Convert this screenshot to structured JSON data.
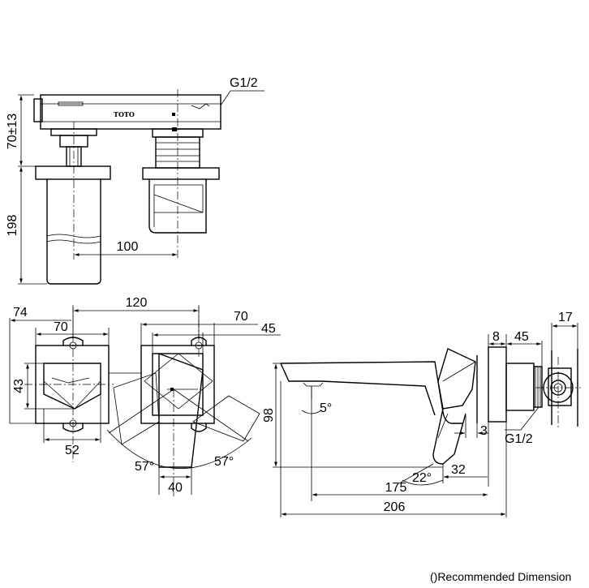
{
  "brand": "TOTO",
  "note": "()Recommended Dimension",
  "top_view": {
    "thread": "G1/2",
    "height_adjust": "70±13",
    "depth": "198",
    "spacing": "100"
  },
  "front_view": {
    "overall_width": "120",
    "handle_plate": "70",
    "spout_plate": "70",
    "spout_plate_inner": "45",
    "outer_left": "74",
    "plate_height": "43",
    "bottom_width": "52",
    "spout_width": "40",
    "rotation_left": "57°",
    "rotation_right": "57°"
  },
  "side_view": {
    "spout_height": "98",
    "spout_tilt": "5°",
    "handle_angle": "22°",
    "handle_offset": "32",
    "gap": "3",
    "reach_175": "175",
    "reach_206": "206",
    "plate_8": "8",
    "plate_45": "45",
    "body_17": "17",
    "thread": "G1/2"
  }
}
